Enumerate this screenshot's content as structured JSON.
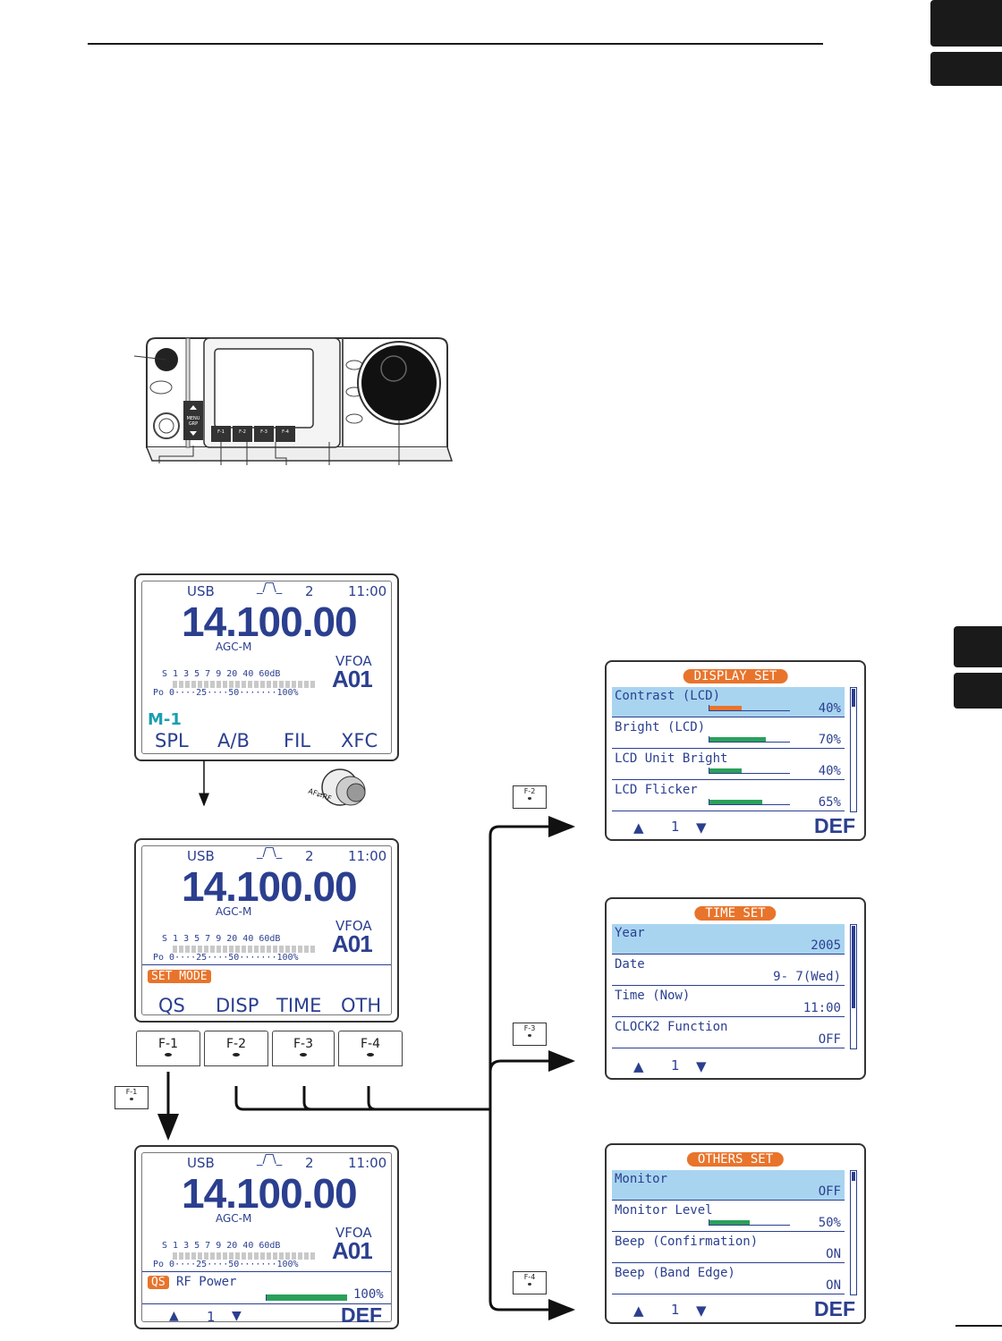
{
  "side_tabs": [
    "",
    "",
    "",
    ""
  ],
  "main_display": {
    "mode": "USB",
    "filter_num": "2",
    "time": "11:00",
    "frequency": "14.100.00",
    "agc": "AGC-M",
    "vfo": "VFOA",
    "memory": "A01",
    "s_scale": "S 1  3  5  7  9  20 40 60dB",
    "po_scale": "Po 0····25····50·······100%",
    "mem_ch": "M-1",
    "softkeys": [
      "SPL",
      "A/B",
      "FIL",
      "XFC"
    ]
  },
  "setmode_display": {
    "banner": "SET MODE",
    "softkeys": [
      "QS",
      "DISP",
      "TIME",
      "OTH"
    ]
  },
  "qs_display": {
    "tag": "QS",
    "item": "RF Power",
    "value": "100%",
    "level": 1.0,
    "page": "1",
    "def": "DEF"
  },
  "knob_label": "AF⇄RF",
  "function_keys": [
    "F-1",
    "F-2",
    "F-3",
    "F-4"
  ],
  "key_icons": {
    "f1": "F-1",
    "f2": "F-2",
    "f3": "F-3",
    "f4": "F-4"
  },
  "radio": {
    "menu_label_1": "MENU",
    "menu_label_2": "GRP",
    "keys": [
      "F-1",
      "F-2",
      "F-3",
      "F-4"
    ]
  },
  "display_set": {
    "title": "DISPLAY SET",
    "rows": [
      {
        "label": "Contrast (LCD)",
        "value": "40%",
        "level": 0.4,
        "color": "#e8742c"
      },
      {
        "label": "Bright   (LCD)",
        "value": "70%",
        "level": 0.7,
        "color": "#2aa05a"
      },
      {
        "label": "LCD Unit Bright",
        "value": "40%",
        "level": 0.4,
        "color": "#2aa05a"
      },
      {
        "label": "LCD Flicker",
        "value": "65%",
        "level": 0.65,
        "color": "#2aa05a"
      }
    ],
    "page": "1",
    "def": "DEF"
  },
  "time_set": {
    "title": "TIME SET",
    "rows": [
      {
        "label": "Year",
        "value": "2005"
      },
      {
        "label": "Date",
        "value": "9- 7(Wed)"
      },
      {
        "label": "Time (Now)",
        "value": "11:00"
      },
      {
        "label": "CLOCK2 Function",
        "value": "OFF"
      }
    ],
    "page": "1"
  },
  "others_set": {
    "title": "OTHERS SET",
    "rows": [
      {
        "label": "Monitor",
        "value": "OFF"
      },
      {
        "label": "Monitor Level",
        "value": "50%",
        "level": 0.5
      },
      {
        "label": "Beep (Confirmation)",
        "value": "ON"
      },
      {
        "label": "Beep (Band Edge)",
        "value": "ON"
      }
    ],
    "page": "1",
    "def": "DEF"
  },
  "colors": {
    "lcd_text": "#2b3f8f",
    "highlight": "#a8d4f0",
    "accent": "#e8742c",
    "bar": "#2aa05a"
  }
}
